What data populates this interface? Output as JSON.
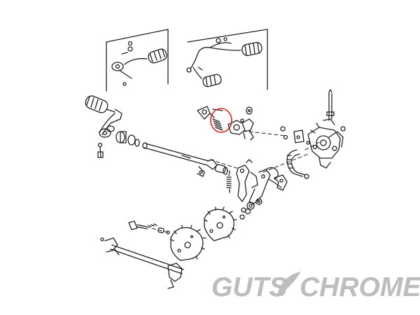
{
  "diagram": {
    "kind": "exploded parts drawing — foot shift linkage",
    "highlight_color": "#e02020",
    "line_color": "#222222"
  },
  "watermark": {
    "text_left": "GUTS",
    "text_right": "CHROME",
    "color": "#bdbdbd",
    "emblem": "feather-icon"
  }
}
